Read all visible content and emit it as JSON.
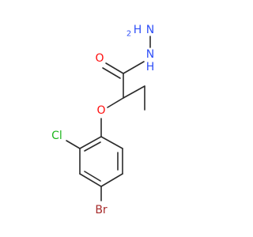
{
  "molecule": {
    "atoms": {
      "n_top": {
        "text": "N",
        "color": "#3050F8"
      },
      "h2": {
        "text": "H",
        "color": "#3050F8"
      },
      "h2_sub": {
        "text": "2",
        "color": "#3050F8"
      },
      "n_amide": {
        "text": "N",
        "color": "#3050F8"
      },
      "h_amide": {
        "text": "H",
        "color": "#3050F8"
      },
      "o_carbonyl": {
        "text": "O",
        "color": "#FF0D0D"
      },
      "o_ether": {
        "text": "O",
        "color": "#FF0D0D"
      },
      "cl": {
        "text": "Cl",
        "color": "#1FB71F"
      },
      "br": {
        "text": "Br",
        "color": "#A62929"
      }
    },
    "bond_color": "#2b2b2b"
  }
}
